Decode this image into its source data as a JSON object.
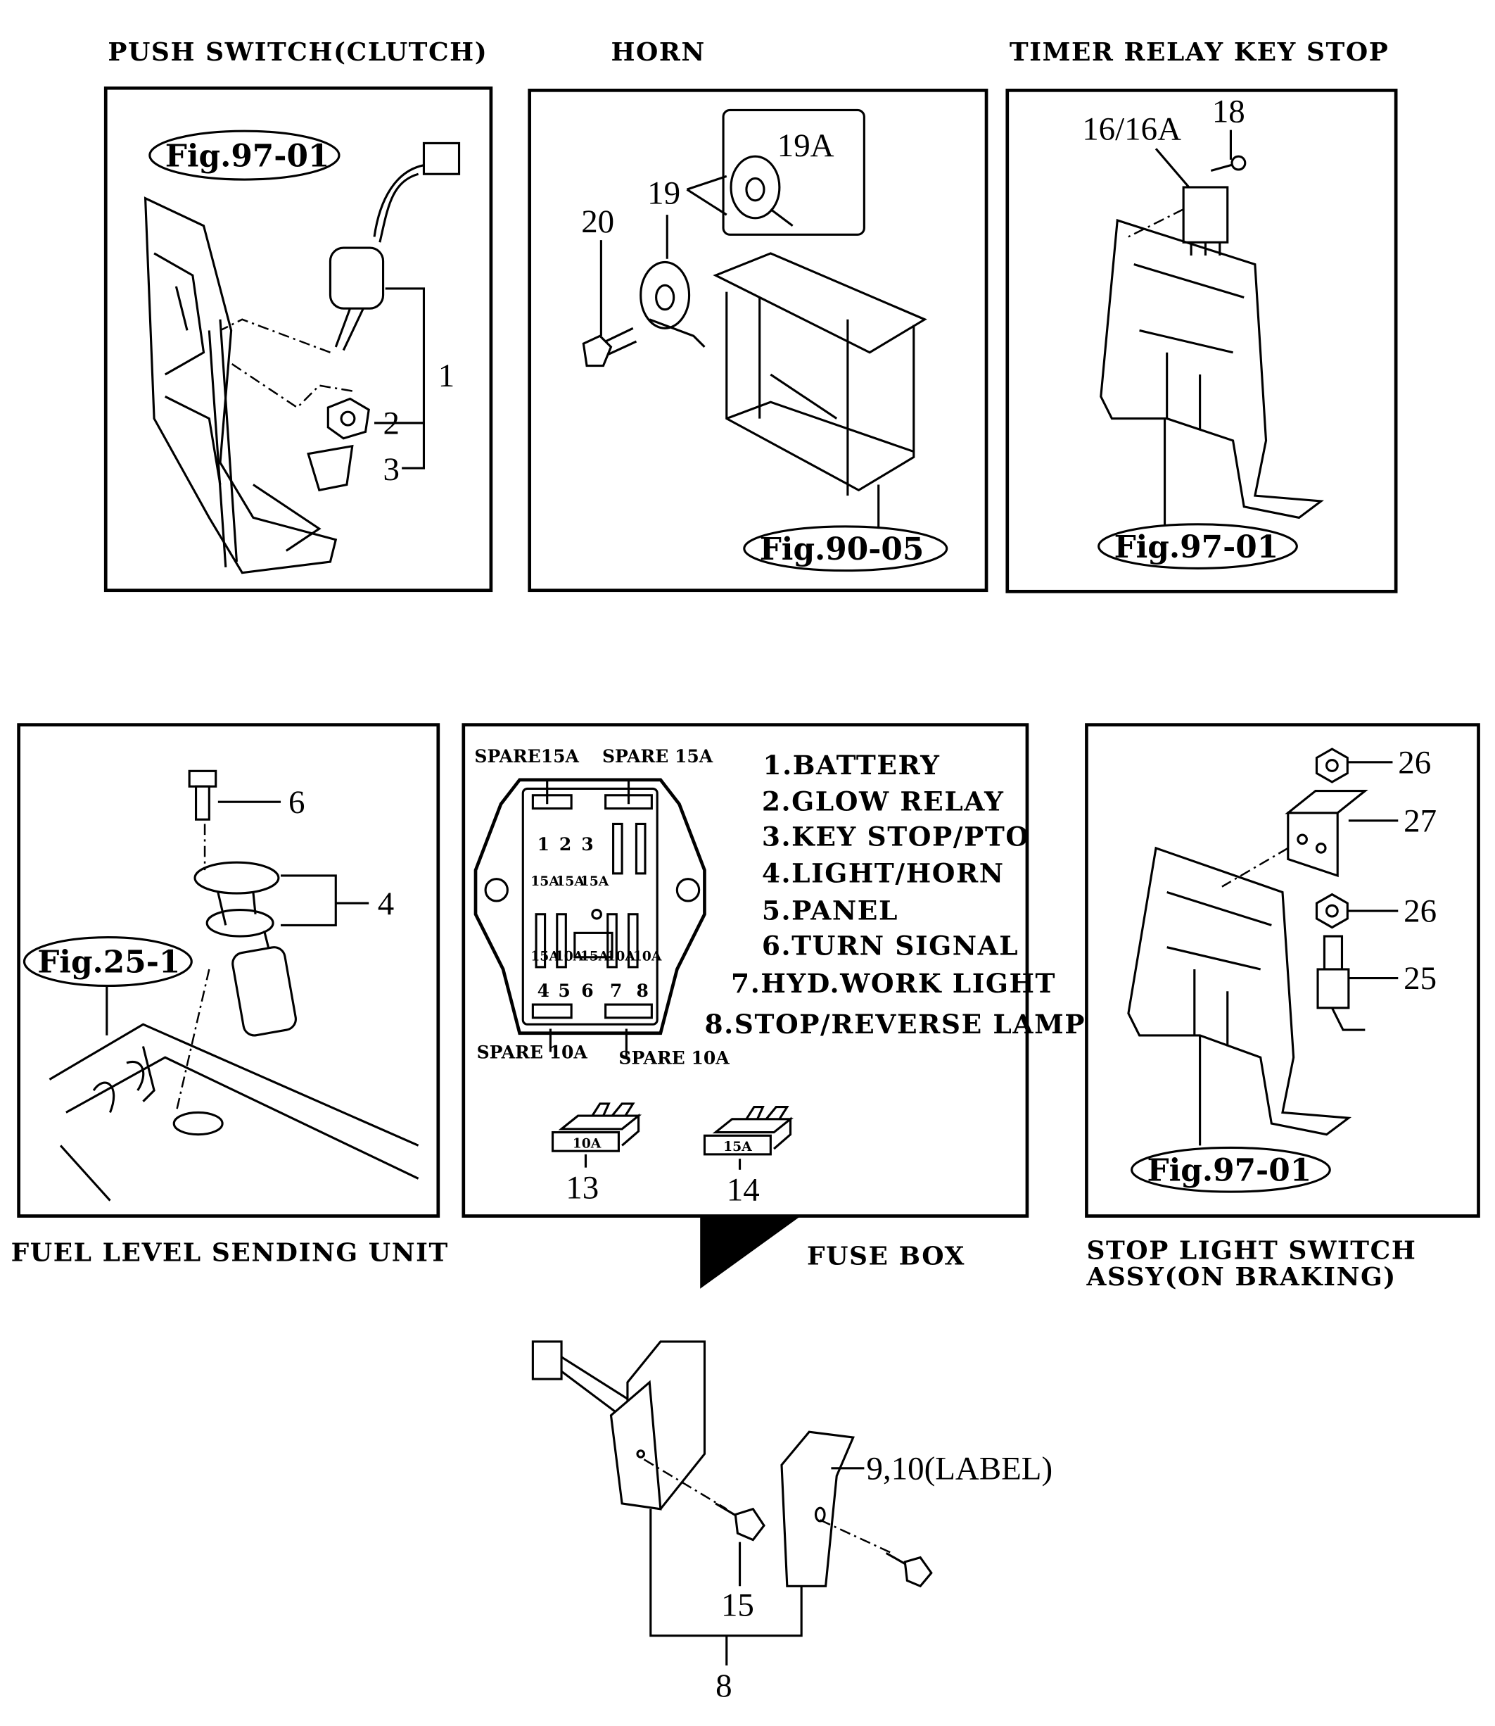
{
  "panels": {
    "push_switch": {
      "title": "PUSH SWITCH(CLUTCH)",
      "fig_ref": "Fig.97-01",
      "callouts": [
        "1",
        "2",
        "3"
      ]
    },
    "horn": {
      "title": "HORN",
      "fig_ref": "Fig.90-05",
      "callouts": [
        "19A",
        "19",
        "20"
      ]
    },
    "timer_relay": {
      "title": "TIMER RELAY KEY STOP",
      "fig_ref": "Fig.97-01",
      "callouts": [
        "16/16A",
        "18"
      ]
    },
    "fuel_level": {
      "title": "FUEL LEVEL SENDING UNIT",
      "fig_ref": "Fig.25-1",
      "callouts": [
        "6",
        "4"
      ]
    },
    "fuse_box": {
      "title": "FUSE BOX",
      "spare_top_left": "SPARE15A",
      "spare_top_right": "SPARE 15A",
      "spare_bottom_left": "SPARE 10A",
      "spare_bottom_right": "SPARE 10A",
      "slot_numbers_top": [
        "1",
        "2",
        "3"
      ],
      "ratings_top": [
        "15A",
        "15A",
        "15A"
      ],
      "ratings_mid": [
        "15A",
        "10A",
        "15A",
        "10A",
        "10A"
      ],
      "slot_numbers_bottom": [
        "4",
        "5",
        "6",
        "7",
        "8"
      ],
      "legend": [
        "1.BATTERY",
        "2.GLOW  RELAY",
        "3.KEY  STOP/PTO",
        "4.LIGHT/HORN",
        "5.PANEL",
        "6.TURN  SIGNAL",
        "7.HYD.WORK LIGHT",
        "8.STOP/REVERSE LAMP"
      ],
      "fuse_13": {
        "rating": "10A",
        "callout": "13"
      },
      "fuse_14": {
        "rating": "15A",
        "callout": "14"
      }
    },
    "stop_light": {
      "title_line1": "STOP  LIGHT  SWITCH",
      "title_line2": "ASSY(ON  BRAKING)",
      "fig_ref": "Fig.97-01",
      "callouts": [
        "26",
        "27",
        "26",
        "25"
      ]
    },
    "fuse_box_mount": {
      "callouts": [
        "9,10(LABEL)",
        "15",
        "8"
      ]
    }
  }
}
